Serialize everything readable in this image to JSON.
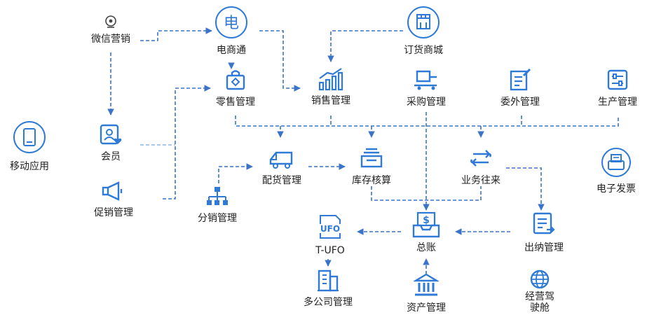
{
  "colors": {
    "accent": "#2f7ad6",
    "edge": "#3a73c8",
    "edge_light": "#8fb3e6",
    "text": "#222222"
  },
  "nodes": {
    "wechat": {
      "label": "微信营销",
      "icon": "wechat-icon"
    },
    "ecommerce": {
      "label": "电商通",
      "icon": "dian-character-icon",
      "glyph": "电"
    },
    "ordermall": {
      "label": "订货商城",
      "icon": "storefront-icon"
    },
    "retail": {
      "label": "零售管理",
      "icon": "retail-bag-icon"
    },
    "sales": {
      "label": "销售管理",
      "icon": "bar-chart-icon"
    },
    "purchase": {
      "label": "采购管理",
      "icon": "cart-icon"
    },
    "outsourcing": {
      "label": "委外管理",
      "icon": "document-edit-icon"
    },
    "production": {
      "label": "生产管理",
      "icon": "settings-sliders-icon"
    },
    "mobile": {
      "label": "移动应用",
      "icon": "mobile-phone-icon"
    },
    "member": {
      "label": "会员",
      "icon": "member-card-icon"
    },
    "distribution": {
      "label": "配货管理",
      "icon": "truck-icon"
    },
    "inventory": {
      "label": "库存核算",
      "icon": "printer-icon"
    },
    "business": {
      "label": "业务往来",
      "icon": "exchange-arrows-icon"
    },
    "einvoice": {
      "label": "电子发票",
      "icon": "invoice-printer-icon"
    },
    "promotion": {
      "label": "促销管理",
      "icon": "megaphone-icon"
    },
    "branch": {
      "label": "分销管理",
      "icon": "org-tree-icon"
    },
    "tufo": {
      "label": "T-UFO",
      "icon": "ufo-file-icon",
      "glyph": "UFO"
    },
    "ledger": {
      "label": "总账",
      "icon": "ledger-tray-icon"
    },
    "cashier": {
      "label": "出纳管理",
      "icon": "cashier-doc-icon"
    },
    "multicompany": {
      "label": "多公司管理",
      "icon": "building-icon"
    },
    "assets": {
      "label": "资产管理",
      "icon": "bank-icon"
    },
    "cockpit": {
      "label": "经营驾驶舱",
      "icon": "globe-icon"
    }
  }
}
